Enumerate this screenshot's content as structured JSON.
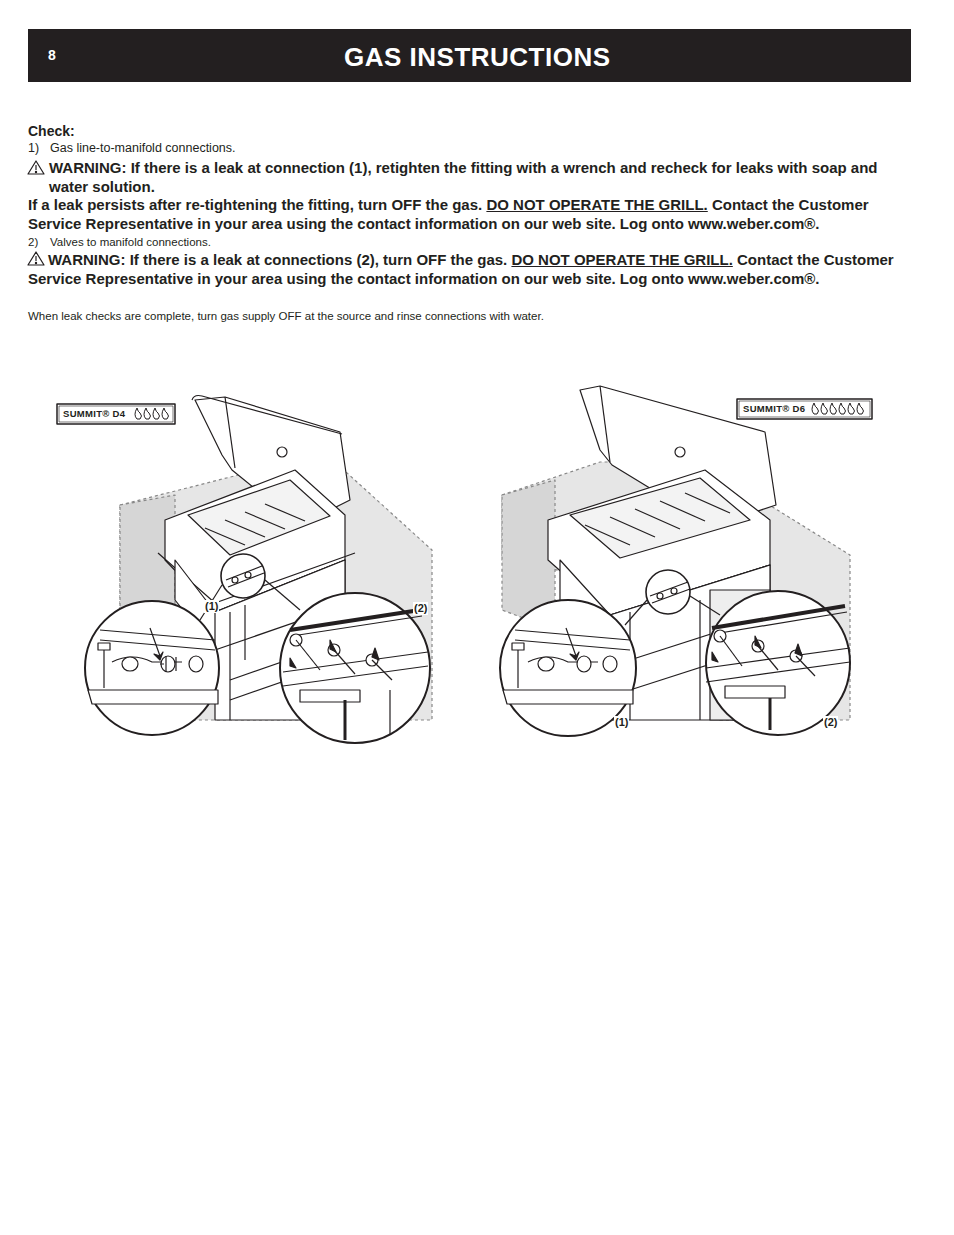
{
  "diagram": {
    "title": "GAS INSTRUCTIONS",
    "nodes": [
      {
        "text": [
          "SUMMIT® D4"
        ]
      },
      {
        "text": [
          "SUMMIT® D6"
        ]
      }
    ],
    "labels": [
      "8",
      "Check:",
      "1)",
      "Gas line-to-manifold connections.",
      "WARNING: If there is a leak at connection (1), retighten the fitting with a wrench and recheck for leaks with soap and water solution.",
      "If a leak persists after re-tightening the fitting, turn OFF the gas.",
      "DO NOT OPERATE THE GRILL.",
      "Contact the Customer Service Representative in your area using the contact information on our web site. Log onto www.weber.com®.",
      "2)",
      "Valves to manifold connections.",
      "WARNING: If there is a leak at connections (2), turn OFF the gas.",
      "DO NOT OPERATE THE GRILL.",
      "Contact the Customer Service Representative in your area using the contact information on our web site. Log onto www.weber.com®.",
      "When leak checks are complete, turn gas supply OFF at the source and rinse connections with water.",
      "(1)",
      "(2)",
      "(1)",
      "(2)"
    ]
  }
}
